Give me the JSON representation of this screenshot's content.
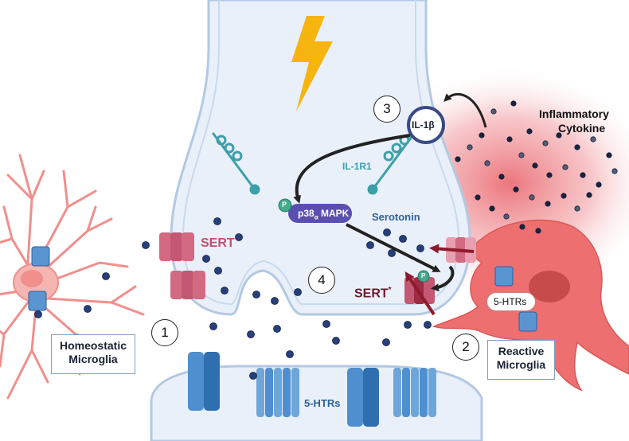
{
  "labels": {
    "sert": "SERT",
    "sert_star": "SERT",
    "sert_star_sup": "*",
    "il1r1": "IL-1R1",
    "il1b": "IL-1β",
    "p38_prefix": "p38",
    "p38_sub": "α",
    "p38_suffix": " MAPK",
    "phospho": "P",
    "serotonin": "Serotonin",
    "inflammatory_line1": "Inflammatory",
    "inflammatory_line2": "Cytokine",
    "htrs_glia": "5-HTRs",
    "htrs_post": "5-HTRs",
    "homeostatic_line1": "Homeostatic",
    "homeostatic_line2": "Microglia",
    "reactive_line1": "Reactive",
    "reactive_line2": "Microglia"
  },
  "steps": [
    "1",
    "2",
    "3",
    "4"
  ],
  "colors": {
    "neuron_fill": "#e9f0f9",
    "neuron_stroke": "#b3c9e3",
    "lightning": "#f6b40e",
    "serotonin_dot": "#27407a",
    "sert": "#d26a82",
    "receptor": "#4f8fcf",
    "microglia_homeostatic": "#f08f8c",
    "microglia_reactive": "#ee6f6f",
    "p38": "#5a4fb0",
    "phospho": "#43aa8b",
    "il1r1": "#3d9fa9"
  }
}
